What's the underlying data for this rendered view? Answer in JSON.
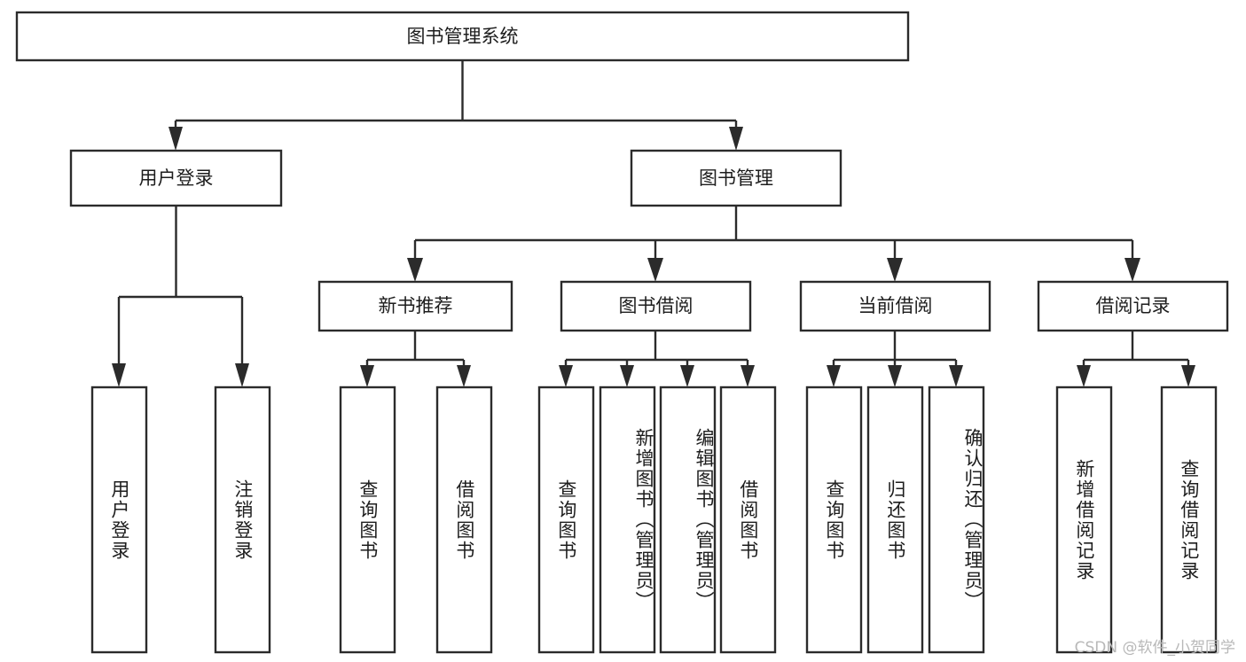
{
  "diagram": {
    "title": "图书管理系统",
    "type": "tree-hierarchy-chart",
    "root": {
      "label": "图书管理系统"
    },
    "level2": [
      {
        "label": "用户登录"
      },
      {
        "label": "图书管理"
      }
    ],
    "level3": [
      {
        "label": "新书推荐"
      },
      {
        "label": "图书借阅"
      },
      {
        "label": "当前借阅"
      },
      {
        "label": "借阅记录"
      }
    ],
    "leaves": {
      "user_login": [
        {
          "label": "用户登录"
        },
        {
          "label": "注销登录"
        }
      ],
      "new_book_recommend": [
        {
          "label": "查询图书"
        },
        {
          "label": "借阅图书"
        }
      ],
      "book_borrow": [
        {
          "label": "查询图书"
        },
        {
          "label": "新增图书（管理员）"
        },
        {
          "label": "编辑图书（管理员）"
        },
        {
          "label": "借阅图书"
        }
      ],
      "current_borrow": [
        {
          "label": "查询图书"
        },
        {
          "label": "归还图书"
        },
        {
          "label": "确认归还（管理员）"
        }
      ],
      "borrow_record": [
        {
          "label": "新增借阅记录"
        },
        {
          "label": "查询借阅记录"
        }
      ]
    }
  },
  "watermark": {
    "text": "CSDN @软件_小贺同学"
  },
  "colors": {
    "stroke": "#2b2b2b",
    "fill": "#ffffff",
    "text": "#1d1d1d",
    "watermark": "#b8b8b8"
  }
}
